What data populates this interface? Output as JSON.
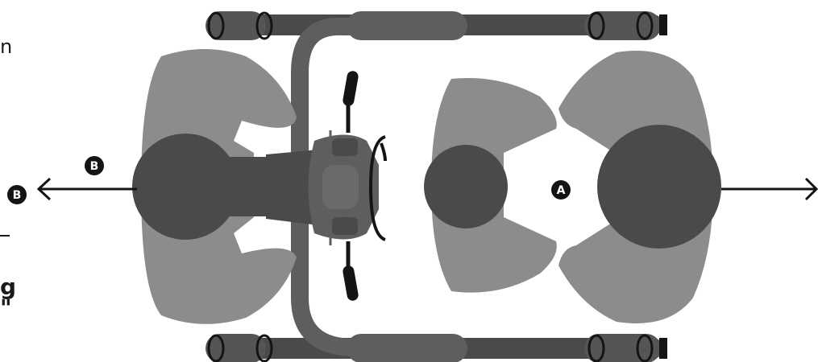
{
  "colors": {
    "light": "#8c8c8c",
    "dark": "#4a4a4a",
    "frame": "#5e5e5e",
    "black": "#141414",
    "white": "#ffffff"
  },
  "markers": {
    "a": "A",
    "b_left": "B",
    "b_label": "B"
  },
  "edge_text": {
    "n": "n",
    "g": "g",
    "quote": "\""
  }
}
